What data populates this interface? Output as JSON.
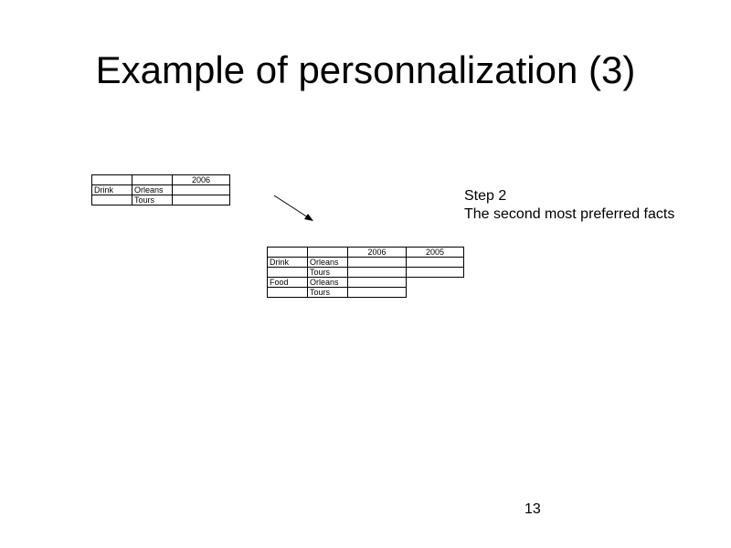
{
  "slide": {
    "title": "Example of personnalization (3)",
    "page_number": "13"
  },
  "table1": {
    "header": [
      "",
      "",
      "2006"
    ],
    "rows": [
      [
        "Drink",
        "Orleans",
        ""
      ],
      [
        "",
        "Tours",
        ""
      ]
    ]
  },
  "table2": {
    "header": [
      "",
      "",
      "2006",
      "2005"
    ],
    "rows": [
      [
        "Drink",
        "Orleans",
        "",
        ""
      ],
      [
        "",
        "Tours",
        "",
        ""
      ],
      [
        "Food",
        "Orleans",
        ""
      ],
      [
        "",
        "Tours",
        ""
      ]
    ]
  },
  "step": {
    "line1": "Step 2",
    "line2": "The second most preferred facts"
  }
}
